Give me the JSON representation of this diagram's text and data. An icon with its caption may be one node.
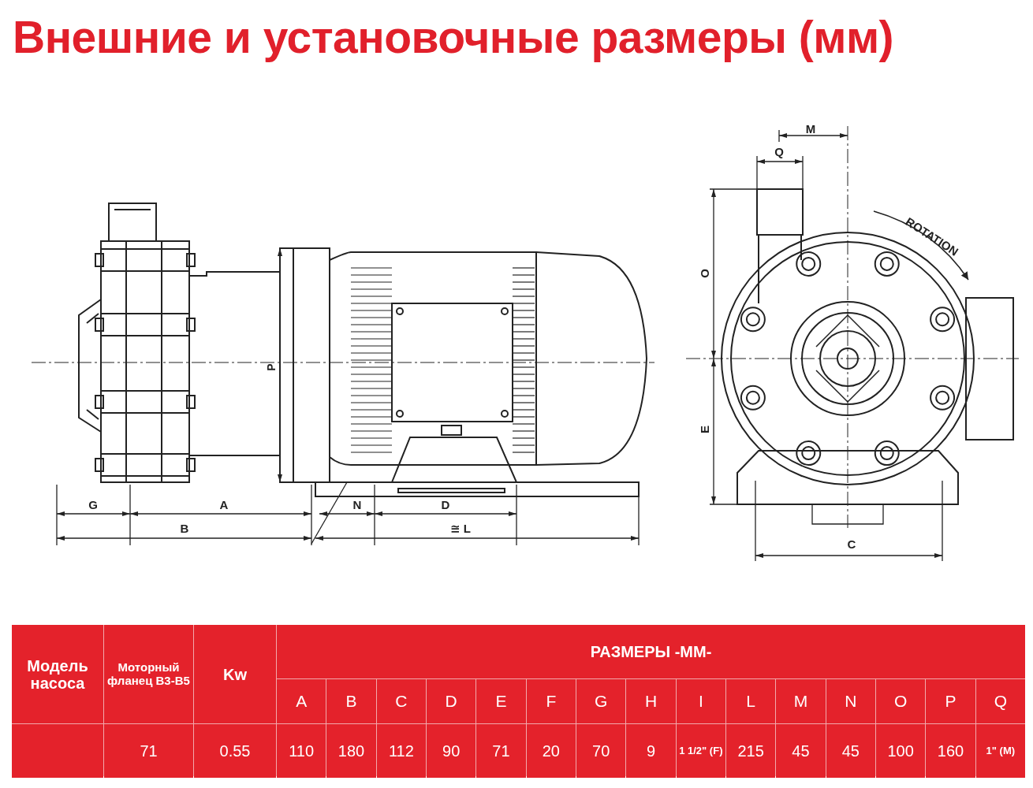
{
  "diagram": {
    "title": "Внешние и установочные размеры (мм)",
    "labels": [
      "M",
      "Q",
      "ROTATION",
      "O",
      "P",
      "E",
      "G",
      "A",
      "N",
      "D",
      "B",
      "≅ L",
      "C",
      "Модель насоса",
      "Моторный фланец B3-B5",
      "Kw",
      "РАЗМЕРЫ -ММ-",
      "A",
      "B",
      "C",
      "D",
      "E",
      "F",
      "G",
      "H",
      "I",
      "L",
      "M",
      "N",
      "O",
      "P",
      "Q",
      "71",
      "0.55",
      "110",
      "180",
      "112",
      "90",
      "71",
      "20",
      "70",
      "9",
      "1 1/2\" (F)",
      "215",
      "45",
      "45",
      "100",
      "160",
      "1\" (M)"
    ]
  }
}
